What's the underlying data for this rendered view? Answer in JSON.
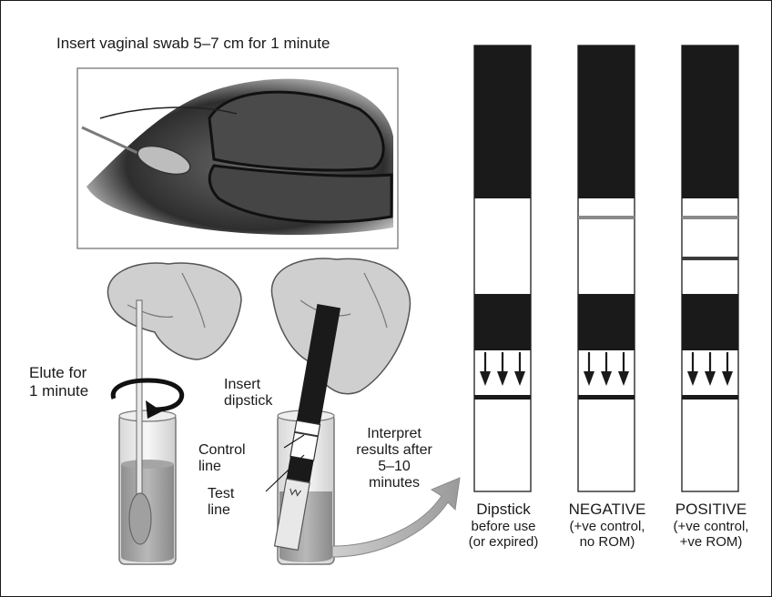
{
  "diagram": {
    "step1_title": "Insert vaginal swab 5–7 cm for 1 minute",
    "elute_label": "Elute for\n1 minute",
    "insert_dipstick_label": "Insert\ndipstick",
    "control_line_label": "Control\nline",
    "test_line_label": "Test\nline",
    "interpret_label": "Interpret\nresults after\n5–10\nminutes",
    "strips": [
      {
        "title": "Dipstick",
        "subtitle": "before use\n(or expired)",
        "has_control_line": false,
        "has_test_line": false
      },
      {
        "title": "NEGATIVE",
        "subtitle": "(+ve control,\nno ROM)",
        "has_control_line": true,
        "has_test_line": false
      },
      {
        "title": "POSITIVE",
        "subtitle": "(+ve control,\n+ve ROM)",
        "has_control_line": true,
        "has_test_line": true
      }
    ],
    "colors": {
      "ink": "#1a1a1a",
      "control_line": "#8a8a8a",
      "test_line": "#3a3a3a"
    }
  }
}
